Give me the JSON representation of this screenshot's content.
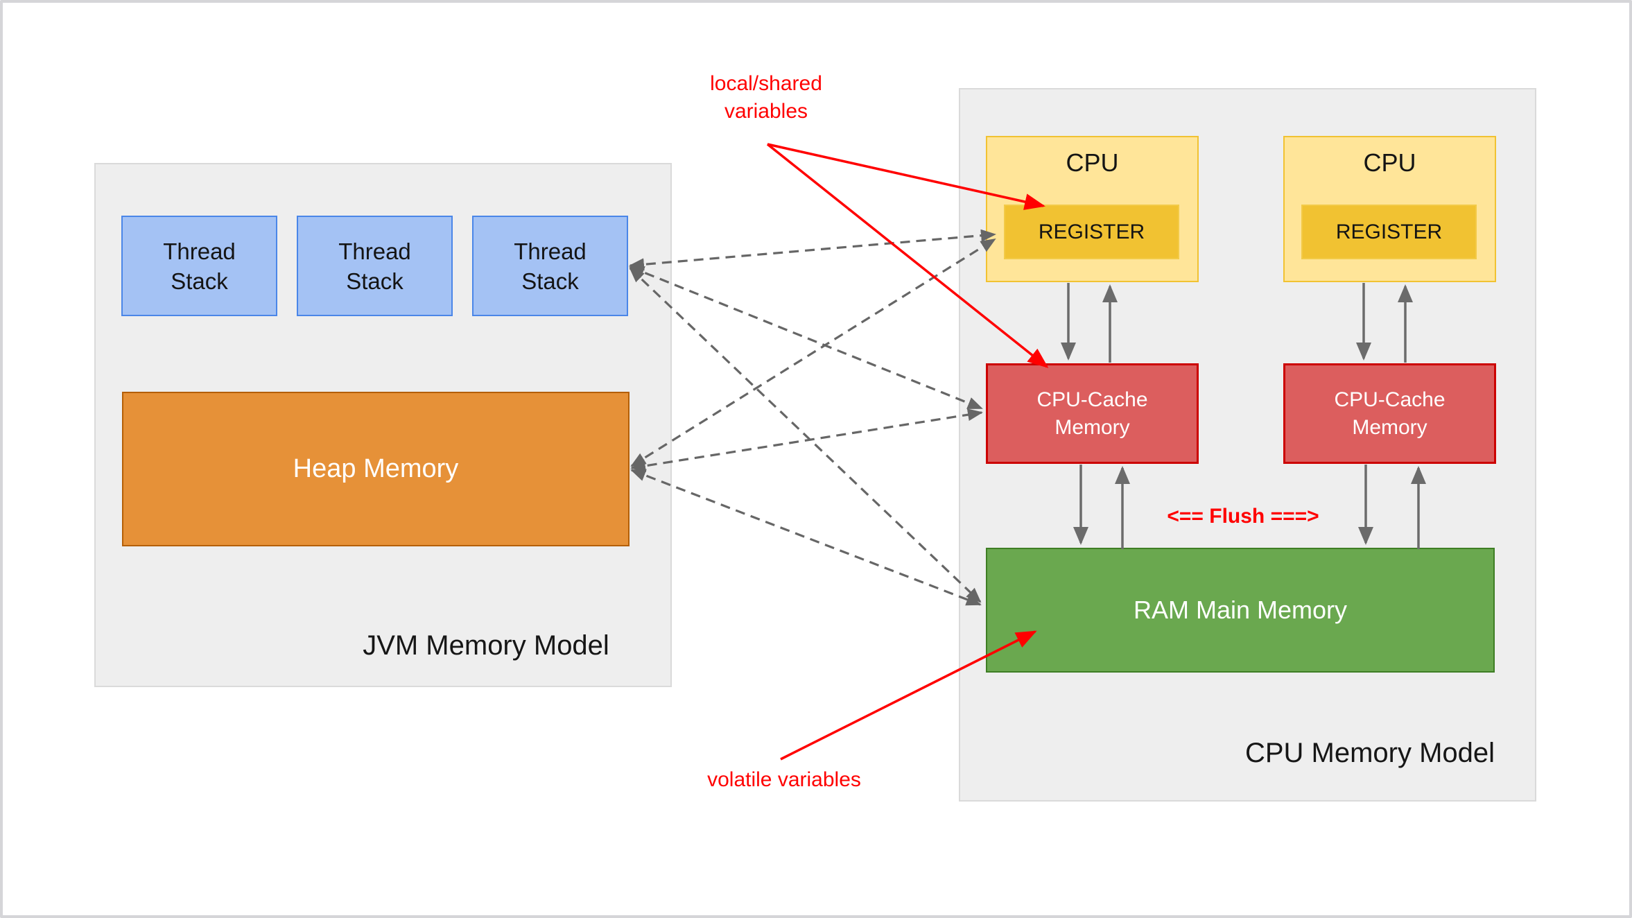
{
  "jvm_panel": {
    "label": "JVM Memory Model",
    "thread_stacks": [
      {
        "label": "Thread Stack"
      },
      {
        "label": "Thread Stack"
      },
      {
        "label": "Thread Stack"
      }
    ],
    "heap": {
      "label": "Heap Memory"
    }
  },
  "cpu_panel": {
    "label": "CPU Memory Model",
    "cpus": [
      {
        "label": "CPU",
        "register": "REGISTER",
        "cache": "CPU-Cache Memory"
      },
      {
        "label": "CPU",
        "register": "REGISTER",
        "cache": "CPU-Cache Memory"
      }
    ],
    "ram": {
      "label": "RAM Main Memory"
    },
    "flush": {
      "label": "<== Flush ===>"
    }
  },
  "annotations": {
    "local_shared": {
      "label": "local/shared variables"
    },
    "volatile": {
      "label": "volatile variables"
    }
  },
  "colors": {
    "panel_bg": "#eeeeee",
    "thread_fill": "#a4c2f4",
    "thread_border": "#4a86e8",
    "heap_fill": "#e69138",
    "heap_border": "#b45f06",
    "cpu_fill": "#ffe599",
    "cpu_border": "#f1c232",
    "register_fill": "#f1c232",
    "cache_fill": "#dc5e5e",
    "cache_border": "#cc0000",
    "ram_fill": "#6aa84f",
    "ram_border": "#3e7e24",
    "annotation_red": "#ff0000",
    "connector_gray": "#666666"
  }
}
